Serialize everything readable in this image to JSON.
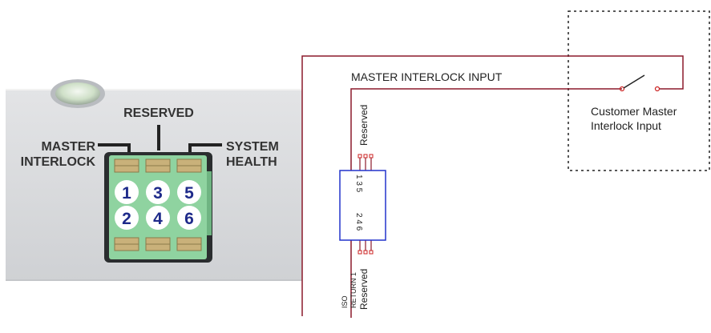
{
  "photo": {
    "labels": {
      "reserved": "RESERVED",
      "master_line1": "MASTER",
      "master_line2": "INTERLOCK",
      "health_line1": "SYSTEM",
      "health_line2": "HEALTH"
    },
    "pins": [
      "1",
      "3",
      "5",
      "2",
      "4",
      "6"
    ],
    "connector_color": "#8fd3a0",
    "pin_text_color": "#1e2a8a"
  },
  "schematic": {
    "master_input_label": "MASTER INTERLOCK INPUT",
    "customer_line1": "Customer Master",
    "customer_line2": "Interlock Input",
    "reserved_top": "Reserved",
    "reserved_bottom": "Reserved",
    "iso_return_line1": "ISO",
    "iso_return_line2": "RETURN 1",
    "pins_top": "1 3 5",
    "pins_bottom": "2 4 6",
    "wire_color": "#8b1a2b",
    "connector_color": "#2233cc"
  }
}
